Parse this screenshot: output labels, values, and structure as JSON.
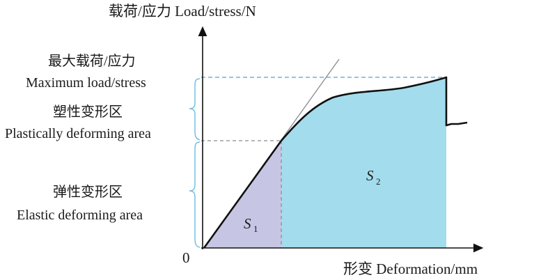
{
  "diagram": {
    "y_axis_label": "载荷/应力 Load/stress/N",
    "x_axis_label": "形变 Deformation/mm",
    "origin_label": "0",
    "max_label_cn": "最大载荷/应力",
    "max_label_en": "Maximum load/stress",
    "plastic_label_cn": "塑性变形区",
    "plastic_label_en": "Plastically deforming area",
    "elastic_label_cn": "弹性变形区",
    "elastic_label_en": "Elastic deforming area",
    "s1_main": "S",
    "s1_sub": "1",
    "s2_main": "S",
    "s2_sub": "2"
  },
  "colors": {
    "s1_fill": "#c6c6e4",
    "s2_fill": "#a3dcec",
    "max_dashed": "#4aa3d8",
    "yield_dashed": "#8c8c8c",
    "curve": "#111111",
    "tangent": "#8a8a8a",
    "brace": "#6bbce0"
  }
}
